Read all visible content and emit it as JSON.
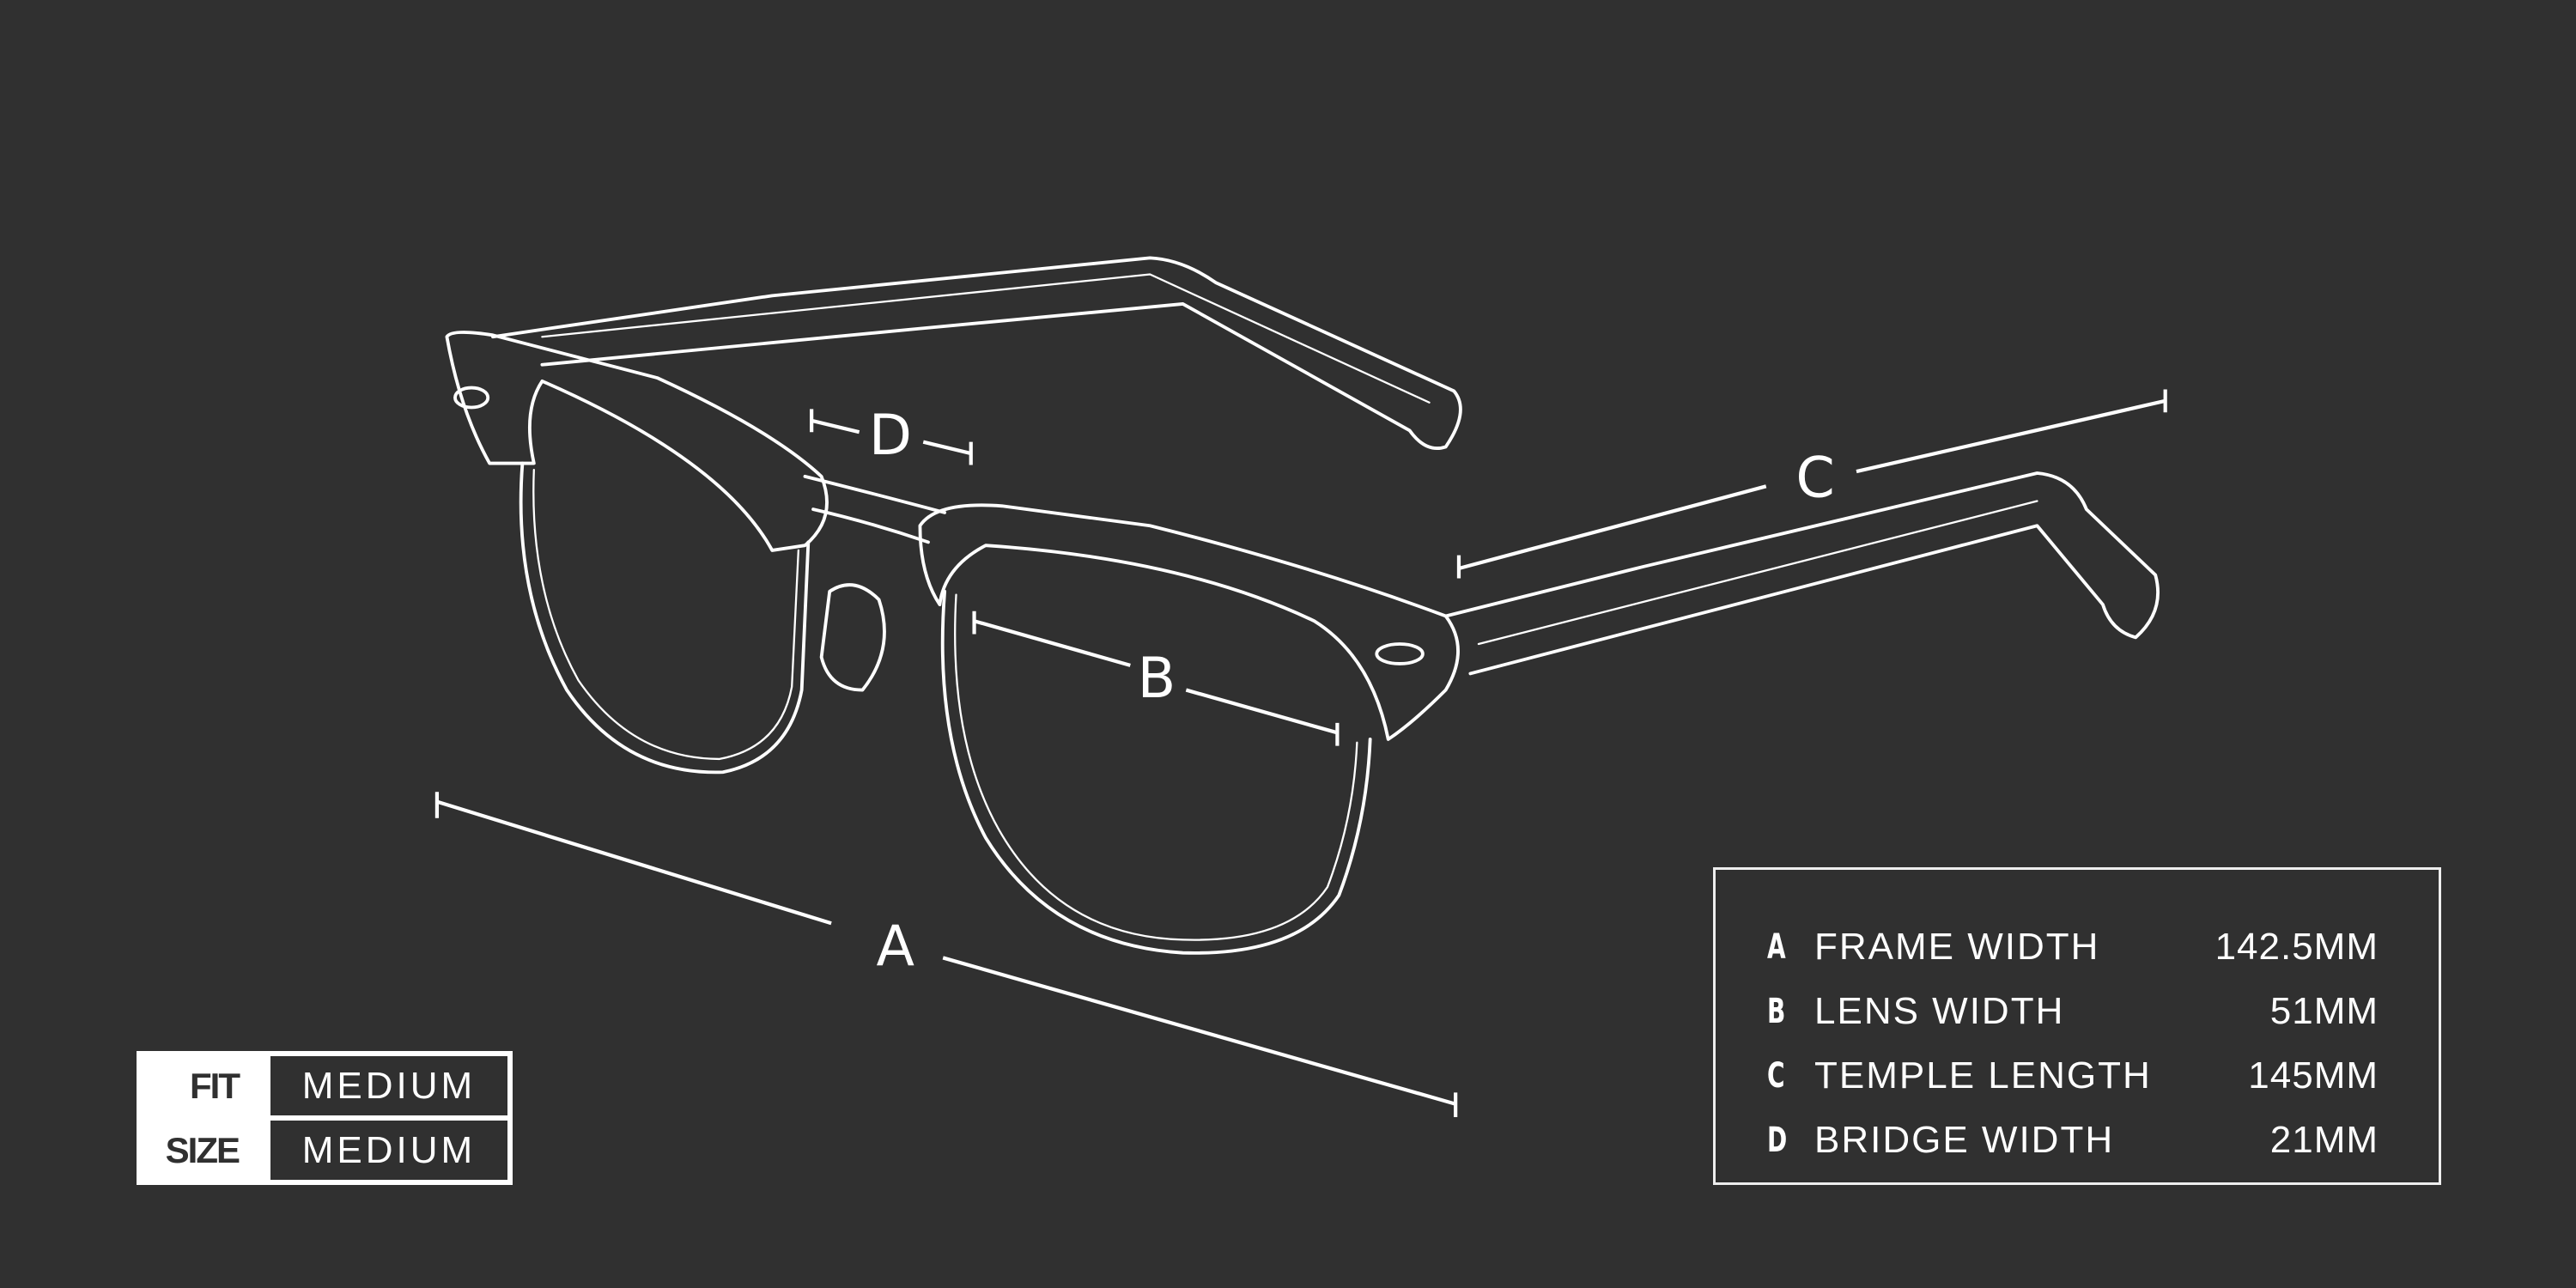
{
  "dimension_labels": {
    "a": "A",
    "b": "B",
    "c": "C",
    "d": "D"
  },
  "fit_table": [
    {
      "key": "FIT",
      "value": "MEDIUM"
    },
    {
      "key": "SIZE",
      "value": "MEDIUM"
    }
  ],
  "specs": [
    {
      "letter": "A",
      "name": "FRAME WIDTH",
      "value": "142.5MM"
    },
    {
      "letter": "B",
      "name": "LENS WIDTH",
      "value": "51MM"
    },
    {
      "letter": "C",
      "name": "TEMPLE LENGTH",
      "value": "145MM"
    },
    {
      "letter": "D",
      "name": "BRIDGE WIDTH",
      "value": "21MM"
    }
  ],
  "colors": {
    "background": "#303030",
    "foreground": "#ffffff"
  }
}
